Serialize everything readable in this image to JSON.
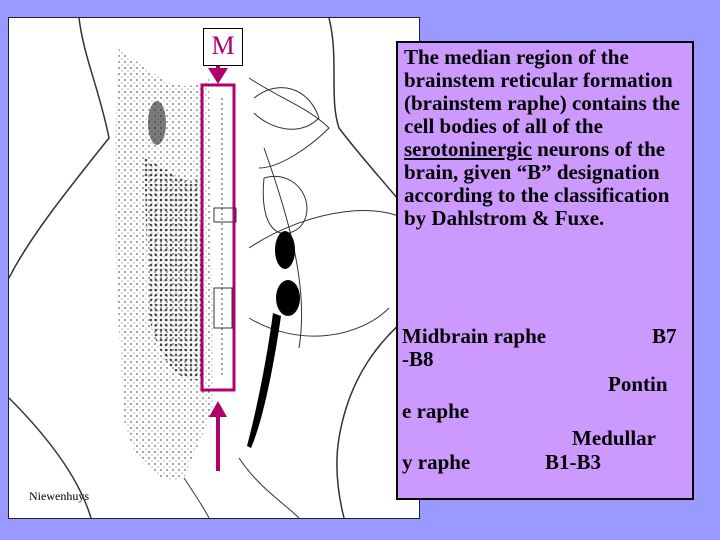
{
  "figure": {
    "m_label": "M",
    "credit": "Niewenhuys"
  },
  "description": {
    "intro": "The median region of the brainstem reticular formation (brainstem raphe) contains the cell bodies of all of the ",
    "highlight": "serotoninergic",
    "outro": " neurons of the brain, given “B” designation according to the classification by Dahlstrom & Fuxe."
  },
  "raphe_list": {
    "line1_left": "Midbrain raphe",
    "line1_right": "B7",
    "line2": "-B8",
    "line3": "Pontin",
    "line4": "e raphe",
    "line5": "Medullar",
    "line6_left": "y raphe",
    "line6_right": "B1-B3"
  },
  "colors": {
    "background": "#9999ff",
    "panel": "#cc99ff",
    "marker": "#b0006a"
  }
}
